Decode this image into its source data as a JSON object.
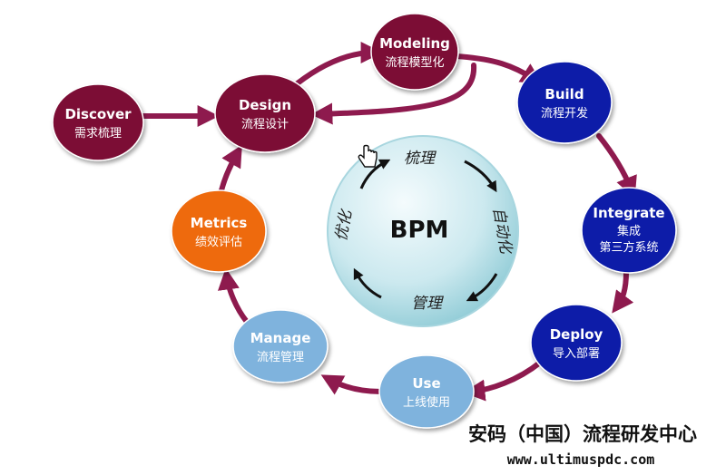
{
  "nodes": [
    {
      "id": "discover",
      "title": "Discover",
      "sub": "需求梳理",
      "color": "#7b0a34"
    },
    {
      "id": "design",
      "title": "Design",
      "sub": "流程设计",
      "color": "#7b0a34"
    },
    {
      "id": "modeling",
      "title": "Modeling",
      "sub": "流程模型化",
      "color": "#7b0a34"
    },
    {
      "id": "build",
      "title": "Build",
      "sub": "流程开发",
      "color": "#0a1ea8"
    },
    {
      "id": "integrate",
      "title": "Integrate",
      "sub": "集成",
      "sub2": "第三方系统",
      "color": "#0a1ea8"
    },
    {
      "id": "deploy",
      "title": "Deploy",
      "sub": "导入部署",
      "color": "#0a1ea8"
    },
    {
      "id": "use",
      "title": "Use",
      "sub": "上线使用",
      "color": "#7fb3dd"
    },
    {
      "id": "manage",
      "title": "Manage",
      "sub": "流程管理",
      "color": "#7fb3dd"
    },
    {
      "id": "metrics",
      "title": "Metrics",
      "sub": "绩效评估",
      "color": "#ee6a0f"
    }
  ],
  "center": {
    "title": "BPM",
    "top": "梳理",
    "right": "自动化",
    "bottom": "管理",
    "left": "优化"
  },
  "footer": {
    "org": "安码（中国）流程研发中心",
    "url": "www.ultimuspdc.com"
  },
  "colors": {
    "arrow": "#8e1a4e",
    "sphere_light": "#eaf6f9",
    "sphere_dark": "#8fcbd6"
  },
  "icons": {
    "cursor": "hand-pointer-icon"
  }
}
